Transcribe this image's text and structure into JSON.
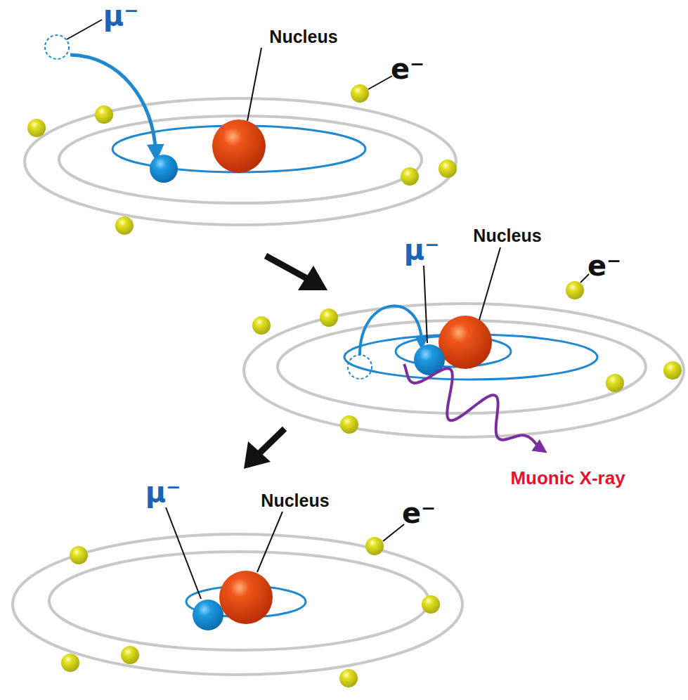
{
  "diagram": {
    "labels": [
      "μ⁻",
      "Nucleus",
      "e⁻",
      "μ⁻",
      "Nucleus",
      "e⁻",
      "Muonic X-ray",
      "μ⁻",
      "Nucleus",
      "e⁻"
    ]
  }
}
